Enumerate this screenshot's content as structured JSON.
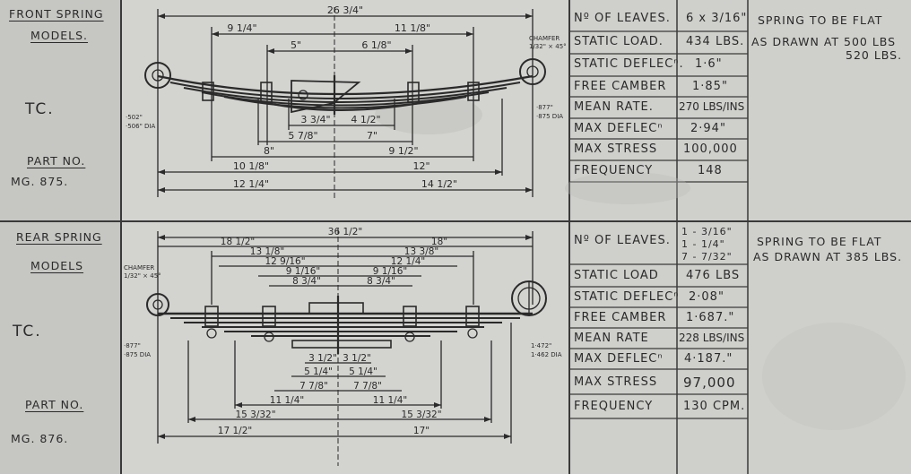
{
  "front": {
    "title_line1": "FRONT SPRING",
    "title_line2": "MODELS.",
    "model": "TC.",
    "part_label": "PART NO.",
    "part_number": "MG. 875.",
    "chamfer": "CHAMFER",
    "chamfer_val": "1/32\" × 45°",
    "eye_left_1": "·502\"",
    "eye_left_2": "·506\" DIA",
    "eye_right_1": "·877\"",
    "eye_right_2": "·875 DIA",
    "dims": {
      "overall": "26 3/4\"",
      "d9_1_4": "9 1/4\"",
      "d11_1_8": "11 1/8\"",
      "d5": "5\"",
      "d6_1_8": "6 1/8\"",
      "d3_3_4": "3 3/4\"",
      "d4_1_2": "4 1/2\"",
      "d5_7_8": "5 7/8\"",
      "d7": "7\"",
      "d8": "8\"",
      "d9_1_2": "9 1/2\"",
      "d10_1_8": "10 1/8\"",
      "d12": "12\"",
      "d12_1_4": "12 1/4\"",
      "d14_1_2": "14 1/2\""
    },
    "specs": [
      {
        "label": "Nº OF LEAVES.",
        "value": "6 x 3/16\""
      },
      {
        "label": "STATIC LOAD.",
        "value": "434 LBS."
      },
      {
        "label": "STATIC DEFLECⁿ.",
        "value": "1·6\""
      },
      {
        "label": "FREE CAMBER",
        "value": "1·85\""
      },
      {
        "label": "MEAN RATE.",
        "value": "270 LBS/INS"
      },
      {
        "label": "MAX DEFLECⁿ",
        "value": "2·94\""
      },
      {
        "label": "MAX STRESS",
        "value": "100,000"
      },
      {
        "label": "FREQUENCY",
        "value": "148"
      }
    ],
    "note_1": "SPRING TO BE FLAT",
    "note_2": "AS DRAWN AT 500 LBS",
    "note_3": "520 LBS."
  },
  "rear": {
    "title_line1": "REAR SPRING",
    "title_line2": "MODELS",
    "model": "TC.",
    "part_label": "PART NO.",
    "part_number": "MG. 876.",
    "chamfer": "CHAMFER",
    "chamfer_val": "1/32\" × 45°",
    "eye_left_1": "·877\"",
    "eye_left_2": "·875 DIA",
    "eye_right_1": "1·472\"",
    "eye_right_2": "1·462 DIA",
    "dims": {
      "overall": "36 1/2\"",
      "d18_1_2": "18 1/2\"",
      "d18": "18\"",
      "d13_1_8": "13 1/8\"",
      "d13_3_8": "13 3/8\"",
      "d12_9_16": "12 9/16\"",
      "d12_1_4": "12 1/4\"",
      "d9_1_16a": "9 1/16\"",
      "d9_1_16b": "9 1/16\"",
      "d8_3_4a": "8 3/4\"",
      "d8_3_4b": "8 3/4\"",
      "d3_1_2a": "3 1/2\"",
      "d3_1_2b": "3 1/2\"",
      "d5_1_4a": "5 1/4\"",
      "d5_1_4b": "5 1/4\"",
      "d7_7_8a": "7 7/8\"",
      "d7_7_8b": "7 7/8\"",
      "d11_1_4a": "11 1/4\"",
      "d11_1_4b": "11 1/4\"",
      "d15_3_32a": "15 3/32\"",
      "d15_3_32b": "15 3/32\"",
      "d17_1_2": "17 1/2\"",
      "d17": "17\""
    },
    "specs": [
      {
        "label": "Nº OF LEAVES.",
        "value_lines": [
          "1 - 3/16\"",
          "1 - 1/4\"",
          "7 - 7/32\""
        ]
      },
      {
        "label": "STATIC LOAD",
        "value": "476 LBS"
      },
      {
        "label": "STATIC DEFLECⁿ",
        "value": "2·08\""
      },
      {
        "label": "FREE CAMBER",
        "value": "1·687.\""
      },
      {
        "label": "MEAN RATE",
        "value": "228 LBS/INS"
      },
      {
        "label": "MAX DEFLECⁿ",
        "value": "4·187.\""
      },
      {
        "label": "MAX STRESS",
        "value": "97,000"
      },
      {
        "label": "FREQUENCY",
        "value": "130 CPM."
      }
    ],
    "note_1": "SPRING TO BE FLAT",
    "note_2": "AS DRAWN AT 385 LBS."
  },
  "colors": {
    "paper": "#c9c9c6",
    "drawing_bg": "#d2d2cf",
    "ink": "#2a2a2a"
  }
}
